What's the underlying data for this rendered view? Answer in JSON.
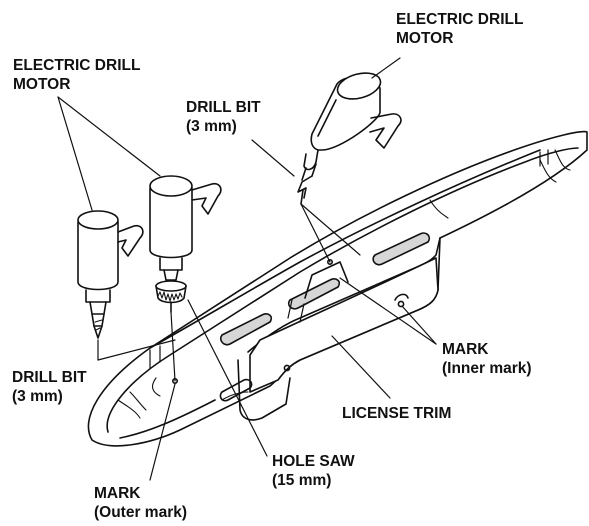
{
  "labels": {
    "drill_motor_right": {
      "line1": "ELECTRIC DRILL",
      "line2": "MOTOR"
    },
    "drill_motor_left": {
      "line1": "ELECTRIC DRILL",
      "line2": "MOTOR"
    },
    "drill_bit_top": {
      "line1": "DRILL BIT",
      "line2": "(3 mm)"
    },
    "drill_bit_bottom": {
      "line1": "DRILL BIT",
      "line2": "(3 mm)"
    },
    "mark_inner": {
      "line1": "MARK",
      "line2": "(Inner mark)"
    },
    "license_trim": {
      "line1": "LICENSE TRIM"
    },
    "hole_saw": {
      "line1": "HOLE SAW",
      "line2": "(15 mm)"
    },
    "mark_outer": {
      "line1": "MARK",
      "line2": "(Outer mark)"
    }
  },
  "colors": {
    "ink": "#111111",
    "shade": "#d6d6d6",
    "background": "#ffffff"
  }
}
